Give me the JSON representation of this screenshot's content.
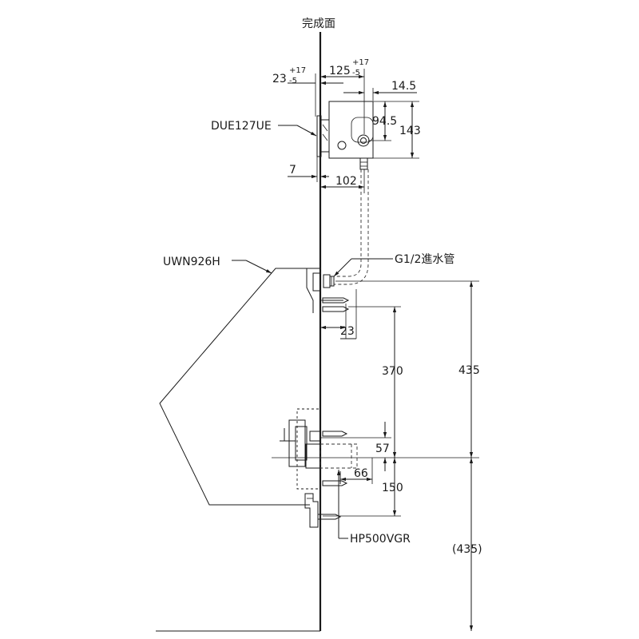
{
  "labels": {
    "finish_surface": "完成面",
    "valve_model": "DUE127UE",
    "urinal_model": "UWN926H",
    "inlet_pipe": "G1/2進水管",
    "trap_model": "HP500VGR"
  },
  "dimensions": {
    "d23_main": "23",
    "d23_tol_plus": "+17",
    "d23_tol_minus": "-5",
    "d125_main": "125",
    "d125_tol_plus": "+17",
    "d125_tol_minus": "-5",
    "d14_5": "14.5",
    "d94_5": "94.5",
    "d143": "143",
    "d7": "7",
    "d102": "102",
    "d23_lower": "23",
    "d370": "370",
    "d435": "435",
    "d57": "57",
    "d66": "66",
    "d150": "150",
    "d435_ref": "(435)"
  }
}
